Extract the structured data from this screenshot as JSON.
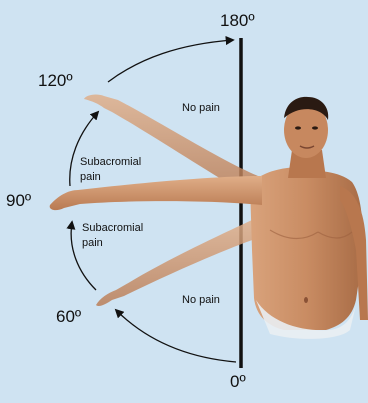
{
  "angles": {
    "a180": "180º",
    "a120": "120º",
    "a90": "90º",
    "a60": "60º",
    "a0": "0º"
  },
  "zones": {
    "no_pain_upper": "No pain",
    "subacromial_upper_1": "Subacromial",
    "subacromial_upper_2": "pain",
    "subacromial_lower_1": "Subacromial",
    "subacromial_lower_2": "pain",
    "no_pain_lower": "No pain"
  },
  "colors": {
    "background": "#cfe3f2",
    "axis": "#111111",
    "skin": "#c98c63"
  }
}
